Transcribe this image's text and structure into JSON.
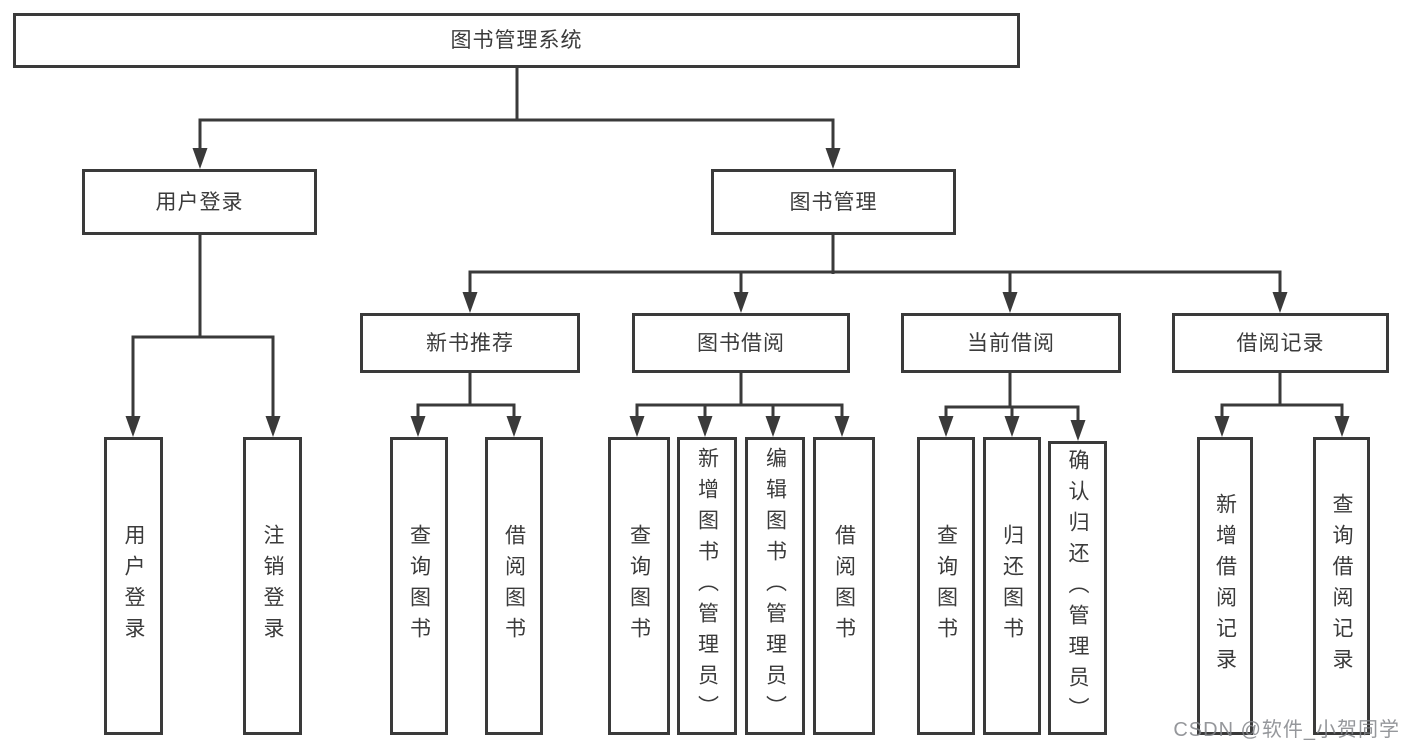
{
  "diagram": {
    "root": "图书管理系统",
    "login_branch": {
      "label": "用户登录",
      "children": [
        "用户登录",
        "注销登录"
      ]
    },
    "management_branch": {
      "label": "图书管理",
      "groups": [
        {
          "label": "新书推荐",
          "children": [
            "查询图书",
            "借阅图书"
          ]
        },
        {
          "label": "图书借阅",
          "children": [
            "查询图书",
            "新增图书（管理员）",
            "编辑图书（管理员）",
            "借阅图书"
          ]
        },
        {
          "label": "当前借阅",
          "children": [
            "查询图书",
            "归还图书",
            "确认归还（管理员）"
          ]
        },
        {
          "label": "借阅记录",
          "children": [
            "新增借阅记录",
            "查询借阅记录"
          ]
        }
      ]
    }
  },
  "watermark": "CSDN @软件_小贺同学",
  "colors": {
    "line": "#3a3a3a",
    "text": "#3b3b3b",
    "background": "#ffffff",
    "watermark": "#82858a"
  }
}
